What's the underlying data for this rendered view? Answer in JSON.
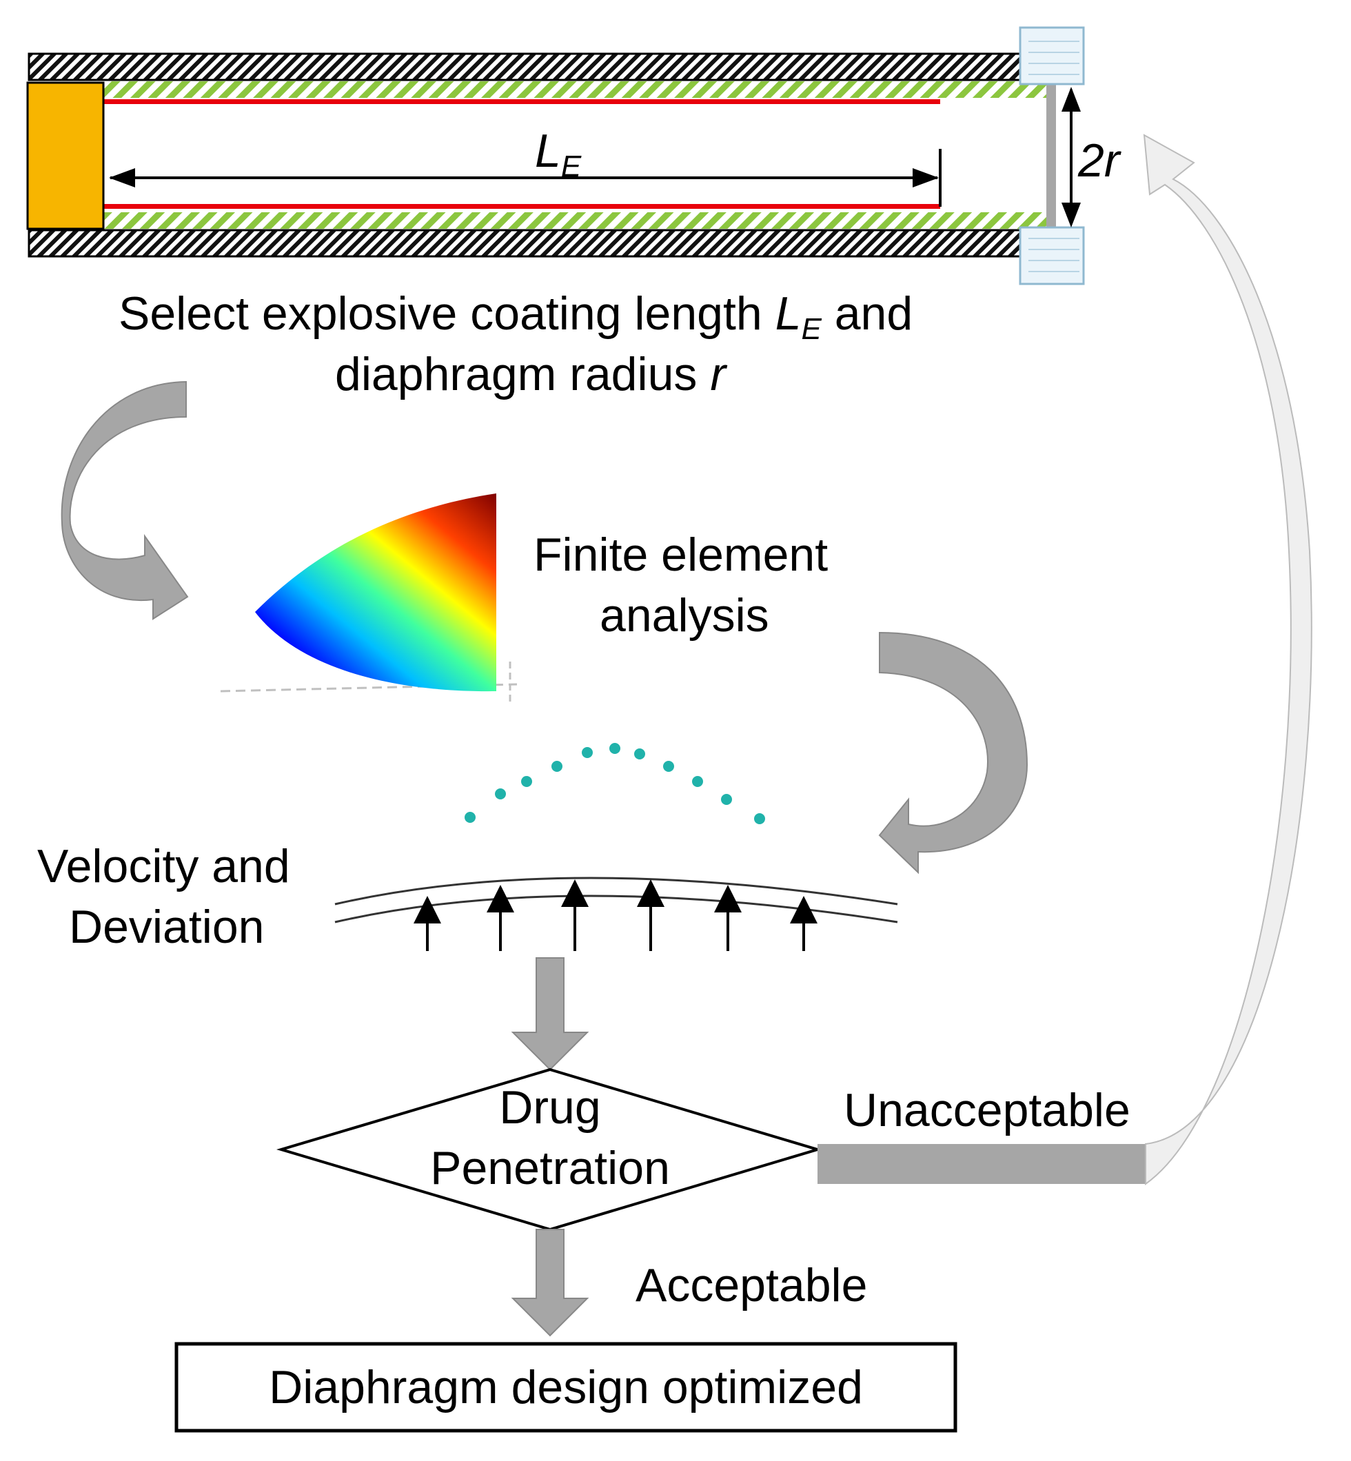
{
  "tube": {
    "length_symbol": "L",
    "length_subscript": "E",
    "radius_symbol": "2r"
  },
  "step_select": {
    "line1_prefix": "Select explosive coating length ",
    "line1_symbol": "L",
    "line1_subscript": "E",
    "line1_suffix": " and",
    "line2_prefix": "diaphragm radius ",
    "line2_symbol": "r"
  },
  "step_fea": {
    "line1": "Finite element",
    "line2": "analysis"
  },
  "step_velocity": {
    "line1": "Velocity and",
    "line2": "Deviation"
  },
  "decision": {
    "line1": "Drug",
    "line2": "Penetration"
  },
  "branch": {
    "unacceptable": "Unacceptable",
    "acceptable": "Acceptable"
  },
  "result": {
    "label": "Diaphragm design optimized"
  },
  "colors": {
    "charge": "#F7B500",
    "coating_red": "#E8000B",
    "liner_green": "#8CC63F",
    "arrow_gray": "#A6A6A6",
    "particle_teal": "#20B2AA"
  }
}
